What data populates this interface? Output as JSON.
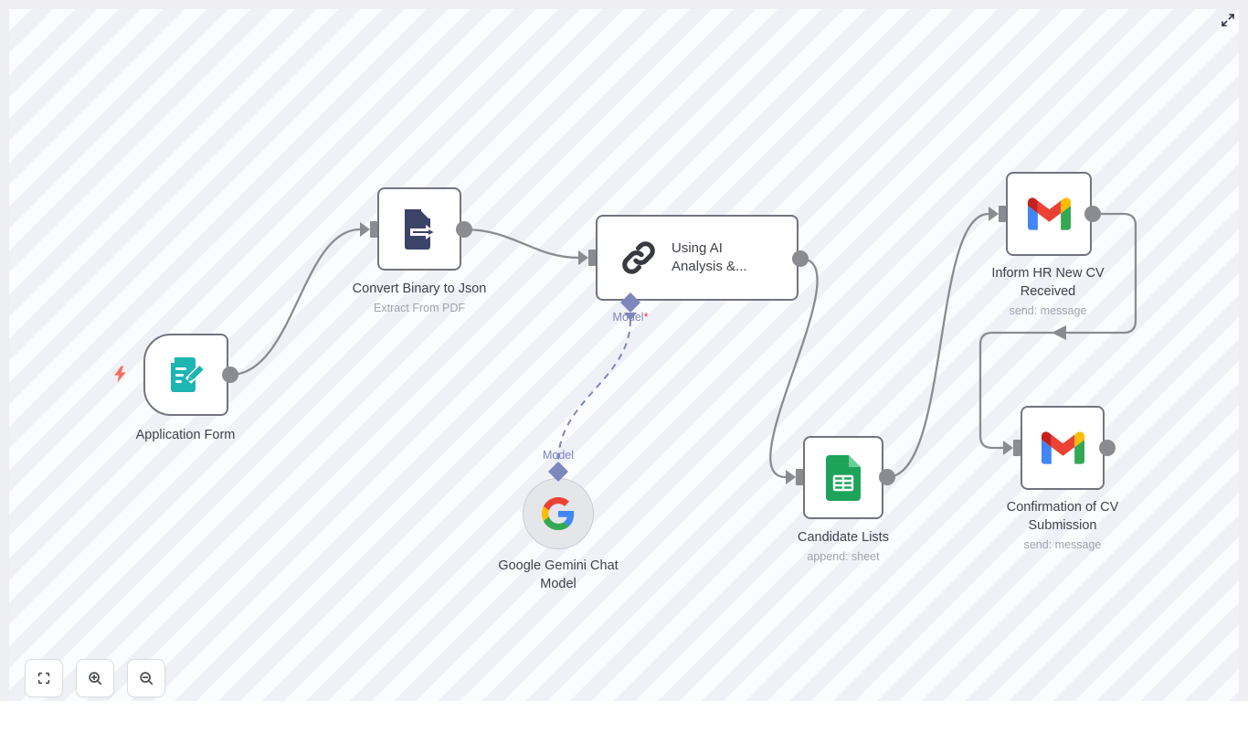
{
  "workflow": {
    "nodes": {
      "application_form": {
        "label": "Application Form",
        "icon": "form-icon",
        "type": "trigger"
      },
      "convert_binary_to_json": {
        "label": "Convert Binary to Json",
        "subtitle": "Extract From PDF",
        "icon": "file-export-icon"
      },
      "using_ai_analysis": {
        "label": "Using AI Analysis &...",
        "icon": "link-icon",
        "port_label": "Model",
        "port_required_mark": "*"
      },
      "google_gemini_chat_model": {
        "label": "Google Gemini Chat Model",
        "icon": "google-icon",
        "port_label": "Model"
      },
      "candidate_lists": {
        "label": "Candidate Lists",
        "subtitle": "append: sheet",
        "icon": "google-sheets-icon"
      },
      "inform_hr_new_cv_received": {
        "label": "Inform HR New CV Received",
        "subtitle": "send: message",
        "icon": "gmail-icon"
      },
      "confirmation_of_cv_submission": {
        "label": "Confirmation of CV Submission",
        "subtitle": "send: message",
        "icon": "gmail-icon"
      }
    }
  },
  "controls": {
    "fit_view": "fit-view",
    "zoom_in": "zoom-in",
    "zoom_out": "zoom-out",
    "expand": "expand"
  },
  "colors": {
    "node_border": "#72747E",
    "connector": "#8B8C92",
    "port_accent": "#7E86BE",
    "required": "#E5353F",
    "trigger_bolt": "#F4705E",
    "form_teal": "#1CB5B2",
    "extract_navy": "#3B4368",
    "link_dark": "#373A40",
    "sheets_green": "#1EA35B",
    "sheets_fold": "#6FCE97",
    "gmail_blue": "#4285F4",
    "gmail_green": "#34A853",
    "gmail_yellow": "#FBBC04",
    "gmail_red": "#EA4335",
    "gmail_dark_red": "#C5221F",
    "google_blue": "#4285F4",
    "google_red": "#EA4335",
    "google_yellow": "#FBBC05",
    "google_green": "#34A853",
    "canvas_stripe_light": "#FBFCFE",
    "canvas_stripe_dark": "#EFF1F7"
  }
}
